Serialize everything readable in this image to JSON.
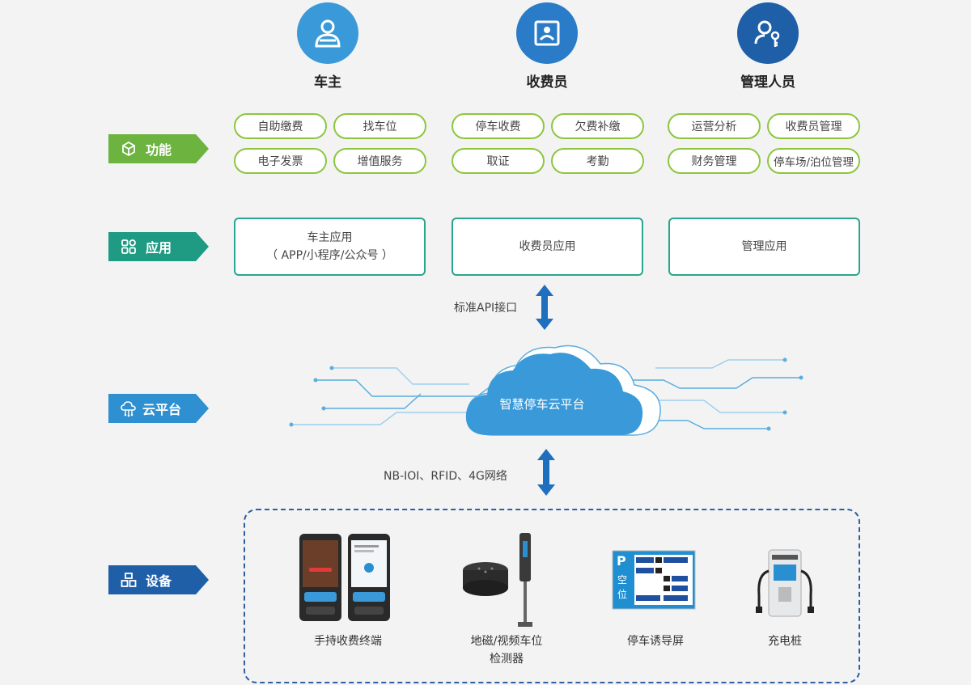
{
  "roles": [
    {
      "name": "车主",
      "icon": "driver-icon",
      "color": "#3a9ad9"
    },
    {
      "name": "收费员",
      "icon": "cashier-icon",
      "color": "#2b7cc8"
    },
    {
      "name": "管理人员",
      "icon": "admin-key-icon",
      "color": "#1e5fa8"
    }
  ],
  "side_labels": {
    "function": {
      "text": "功能",
      "icon": "cube-icon",
      "color": "#6cb33f"
    },
    "application": {
      "text": "应用",
      "icon": "apps-grid-icon",
      "color": "#1f9b83"
    },
    "cloud": {
      "text": "云平台",
      "icon": "cloud-network-icon",
      "color": "#2e8fd1"
    },
    "device": {
      "text": "设备",
      "icon": "device-blocks-icon",
      "color": "#1f5fa8"
    }
  },
  "functions": {
    "driver": [
      "自助缴费",
      "找车位",
      "电子发票",
      "增值服务"
    ],
    "cashier": [
      "停车收费",
      "欠费补缴",
      "取证",
      "考勤"
    ],
    "admin": [
      "运营分析",
      "收费员管理",
      "财务管理",
      "停车场/泊位管理"
    ]
  },
  "applications": {
    "driver": {
      "line1": "车主应用",
      "line2": "（ APP/小程序/公众号 ）"
    },
    "cashier": {
      "line1": "收费员应用"
    },
    "admin": {
      "line1": "管理应用"
    }
  },
  "links": {
    "api": "标准API接口",
    "network": "NB-IOI、RFID、4G网络"
  },
  "cloud": {
    "name": "智慧停车云平台"
  },
  "devices": {
    "handheld": "手持收费终端",
    "detector_line1": "地磁/视频车位",
    "detector_line2": "检测器",
    "guide_screen": "停车诱导屏",
    "charger": "充电桩",
    "screen_letter": "P",
    "screen_vertical_1": "空",
    "screen_vertical_2": "位"
  },
  "colors": {
    "green": "#8cc63f",
    "teal": "#2aa58e",
    "blue": "#1f6fbf",
    "dark_blue": "#2e5fa3"
  }
}
